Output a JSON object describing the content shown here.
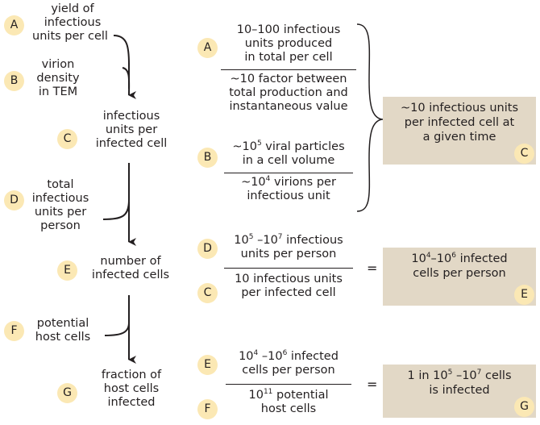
{
  "left": {
    "A": {
      "badge": "A",
      "line1": "yield of",
      "line2": "infectious",
      "line3": "units per cell"
    },
    "B": {
      "badge": "B",
      "line1": "virion",
      "line2": "density",
      "line3": "in TEM"
    },
    "C": {
      "badge": "C",
      "line1": "infectious",
      "line2": "units per",
      "line3": "infected cell"
    },
    "D": {
      "badge": "D",
      "line1": "total",
      "line2": "infectious",
      "line3": "units per",
      "line4": "person"
    },
    "E": {
      "badge": "E",
      "line1": "number of",
      "line2": "infected cells"
    },
    "F": {
      "badge": "F",
      "line1": "potential",
      "line2": "host cells"
    },
    "G": {
      "badge": "G",
      "line1": "fraction of",
      "line2": "host cells",
      "line3": "infected"
    }
  },
  "right": {
    "A": {
      "badge": "A",
      "num1": "10–100 infectious",
      "num2": "units produced",
      "num3": "in total per cell",
      "den1": "~10 factor between",
      "den2": "total production and",
      "den3": "instantaneous value"
    },
    "B": {
      "badge": "B",
      "num1_pre": "~10",
      "num1_sup": "5",
      "num1_post": " viral particles",
      "num2": "in a cell volume",
      "den1_pre": "~10",
      "den1_sup": "4",
      "den1_post": " virions per",
      "den2": "infectious unit"
    },
    "result_C": {
      "badge": "C",
      "line1": "~10 infectious units",
      "line2": "per infected cell at",
      "line3": "a given time"
    },
    "D_over_C": {
      "badge_num": "D",
      "badge_den": "C",
      "num1_a": "10",
      "num1_sup1": "5",
      "num1_b": " –10",
      "num1_sup2": "7",
      "num1_c": " infectious",
      "num2": "units per person",
      "den1": "10 infectious units",
      "den2": "per infected cell",
      "equals": "="
    },
    "result_E": {
      "badge": "E",
      "line1_a": "10",
      "line1_sup1": "4",
      "line1_b": "–10",
      "line1_sup2": "6",
      "line1_c": " infected",
      "line2": "cells per person"
    },
    "E_over_F": {
      "badge_num": "E",
      "badge_den": "F",
      "num1_a": "10",
      "num1_sup1": "4",
      "num1_b": " –10",
      "num1_sup2": "6",
      "num1_c": " infected",
      "num2": "cells per person",
      "den1_a": "10",
      "den1_sup": "11",
      "den1_b": " potential",
      "den2": "host cells",
      "equals": "="
    },
    "result_G": {
      "badge": "G",
      "line1_a": "1 in 10",
      "line1_sup1": "5",
      "line1_b": " –10",
      "line1_sup2": "7",
      "line1_c": " cells",
      "line2": "is infected"
    }
  },
  "colors": {
    "badge": "#fbe8b4",
    "result_box": "#e2d8c6",
    "ink": "#231f20"
  }
}
